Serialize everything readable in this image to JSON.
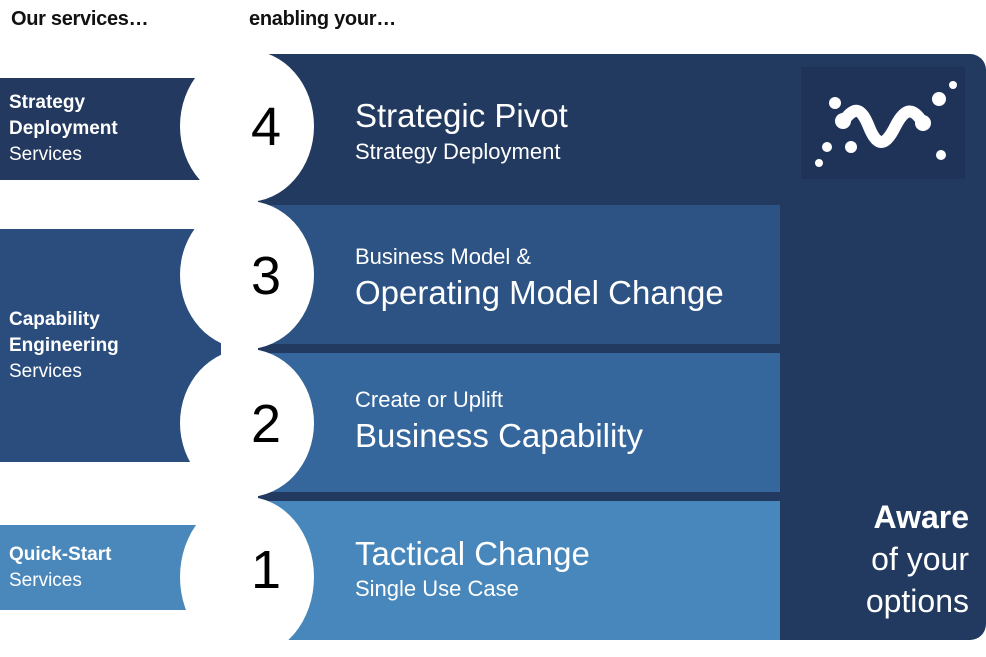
{
  "headers": {
    "services": "Our services…",
    "enabling": "enabling your…"
  },
  "services": {
    "strategy": {
      "line1": "Strategy",
      "line2": "Deployment",
      "line3": "Services"
    },
    "capability": {
      "line1": "Capability",
      "line2": "Engineering",
      "line3": "Services"
    },
    "quickstart": {
      "line1": "Quick-Start",
      "line2": "Services"
    }
  },
  "levels": [
    {
      "number": "1",
      "title": "Tactical Change",
      "subtitle": "Single Use Case"
    },
    {
      "number": "2",
      "pre": "Create or Uplift",
      "title": "Business Capability"
    },
    {
      "number": "3",
      "pre": "Business Model &",
      "title": "Operating Model Change"
    },
    {
      "number": "4",
      "title": "Strategic Pivot",
      "subtitle": "Strategy Deployment"
    }
  ],
  "aware": {
    "line1": "Aware",
    "line2": "of your",
    "line3": "options"
  },
  "logo": {
    "icon": "brand-logo-icon"
  },
  "colors": {
    "dark_navy": "#223a60",
    "band_3": "#2d5384",
    "band_2": "#36679c",
    "band_1": "#4887bb"
  }
}
